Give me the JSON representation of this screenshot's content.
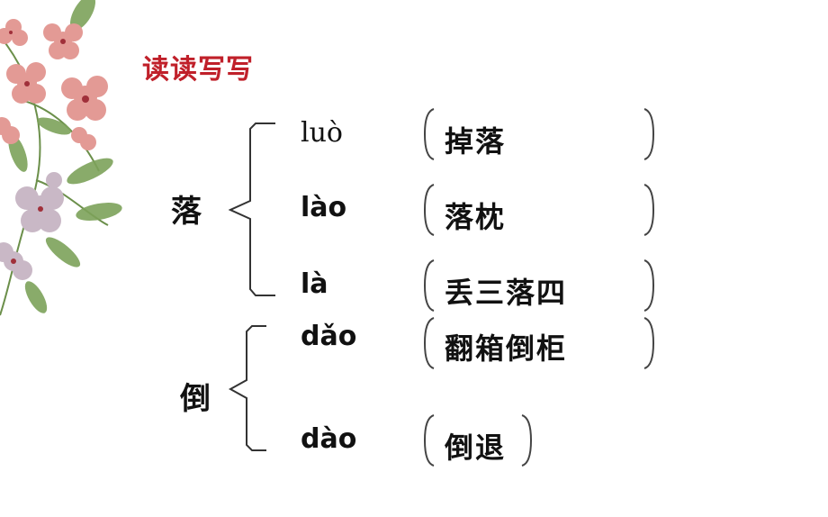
{
  "title": "读读写写",
  "groups": [
    {
      "char": "落",
      "readings": [
        {
          "pinyin": "luò",
          "word": "掉落"
        },
        {
          "pinyin": "lào",
          "word": "落枕"
        },
        {
          "pinyin": "là",
          "word": "丢三落四"
        }
      ]
    },
    {
      "char": "倒",
      "readings": [
        {
          "pinyin": "dǎo",
          "word": "翻箱倒柜"
        },
        {
          "pinyin": "dào",
          "word": "倒退"
        }
      ]
    }
  ],
  "colors": {
    "title": "#c0202a",
    "text": "#111111",
    "bracket": "#333333"
  }
}
